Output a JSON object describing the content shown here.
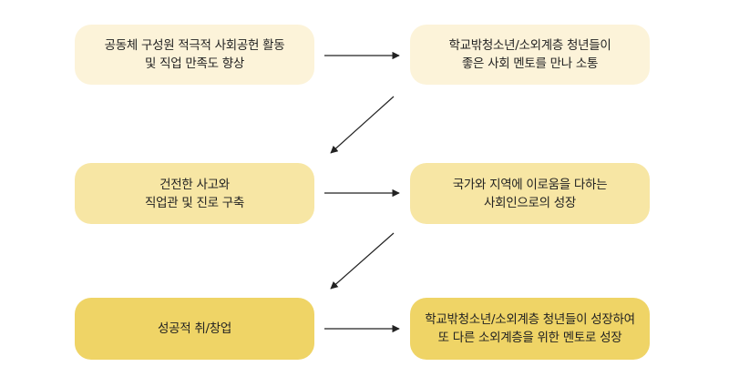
{
  "colors": {
    "level1_fill": "#fcf3d9",
    "level2_fill": "#f7e6a4",
    "level3_fill": "#efd466",
    "arrow": "#222222"
  },
  "nodes": [
    {
      "id": "n1",
      "label": "공동체 구성원 적극적 사회공헌 활동\n및 직업 만족도 향상"
    },
    {
      "id": "n2",
      "label": "학교밖청소년/소외계층 청년들이\n좋은 사회 멘토를 만나 소통"
    },
    {
      "id": "n3",
      "label": "건전한 사고와\n직업관 및 진로 구축"
    },
    {
      "id": "n4",
      "label": "국가와 지역에 이로움을 다하는\n사회인으로의 성장"
    },
    {
      "id": "n5",
      "label": "성공적 취/창업"
    },
    {
      "id": "n6",
      "label": "학교밖청소년/소외계층 청년들이 성장하여\n또 다른 소외계층을 위한 멘토로 성장"
    }
  ],
  "edges": [
    {
      "from": "n1",
      "to": "n2"
    },
    {
      "from": "n2",
      "to": "n3"
    },
    {
      "from": "n3",
      "to": "n4"
    },
    {
      "from": "n4",
      "to": "n5"
    },
    {
      "from": "n5",
      "to": "n6"
    }
  ]
}
